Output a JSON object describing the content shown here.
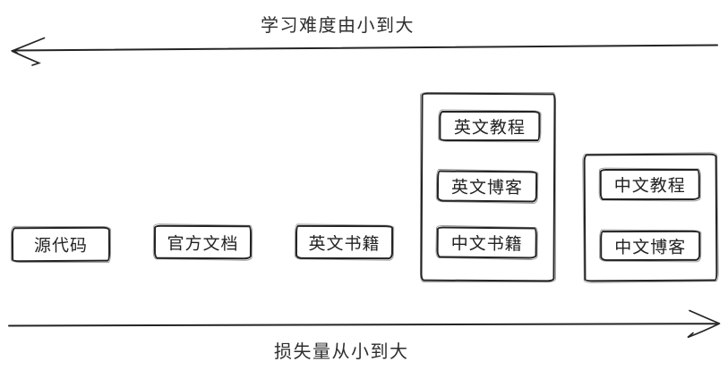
{
  "diagram": {
    "top_axis": {
      "label": "学习难度由小到大",
      "direction": "left"
    },
    "bottom_axis": {
      "label": "损失量从小到大",
      "direction": "right"
    },
    "nodes": [
      {
        "id": "source-code",
        "label": "源代码"
      },
      {
        "id": "official-docs",
        "label": "官方文档"
      },
      {
        "id": "english-books",
        "label": "英文书籍"
      }
    ],
    "groups": [
      {
        "id": "english-resources-group",
        "items": [
          {
            "label": "英文教程"
          },
          {
            "label": "英文博客"
          },
          {
            "label": "中文书籍"
          }
        ]
      },
      {
        "id": "chinese-resources-group",
        "items": [
          {
            "label": "中文教程"
          },
          {
            "label": "中文博客"
          }
        ]
      }
    ],
    "colors": {
      "stroke": "#232323",
      "text": "#2a2a2a",
      "background": "#ffffff"
    }
  }
}
